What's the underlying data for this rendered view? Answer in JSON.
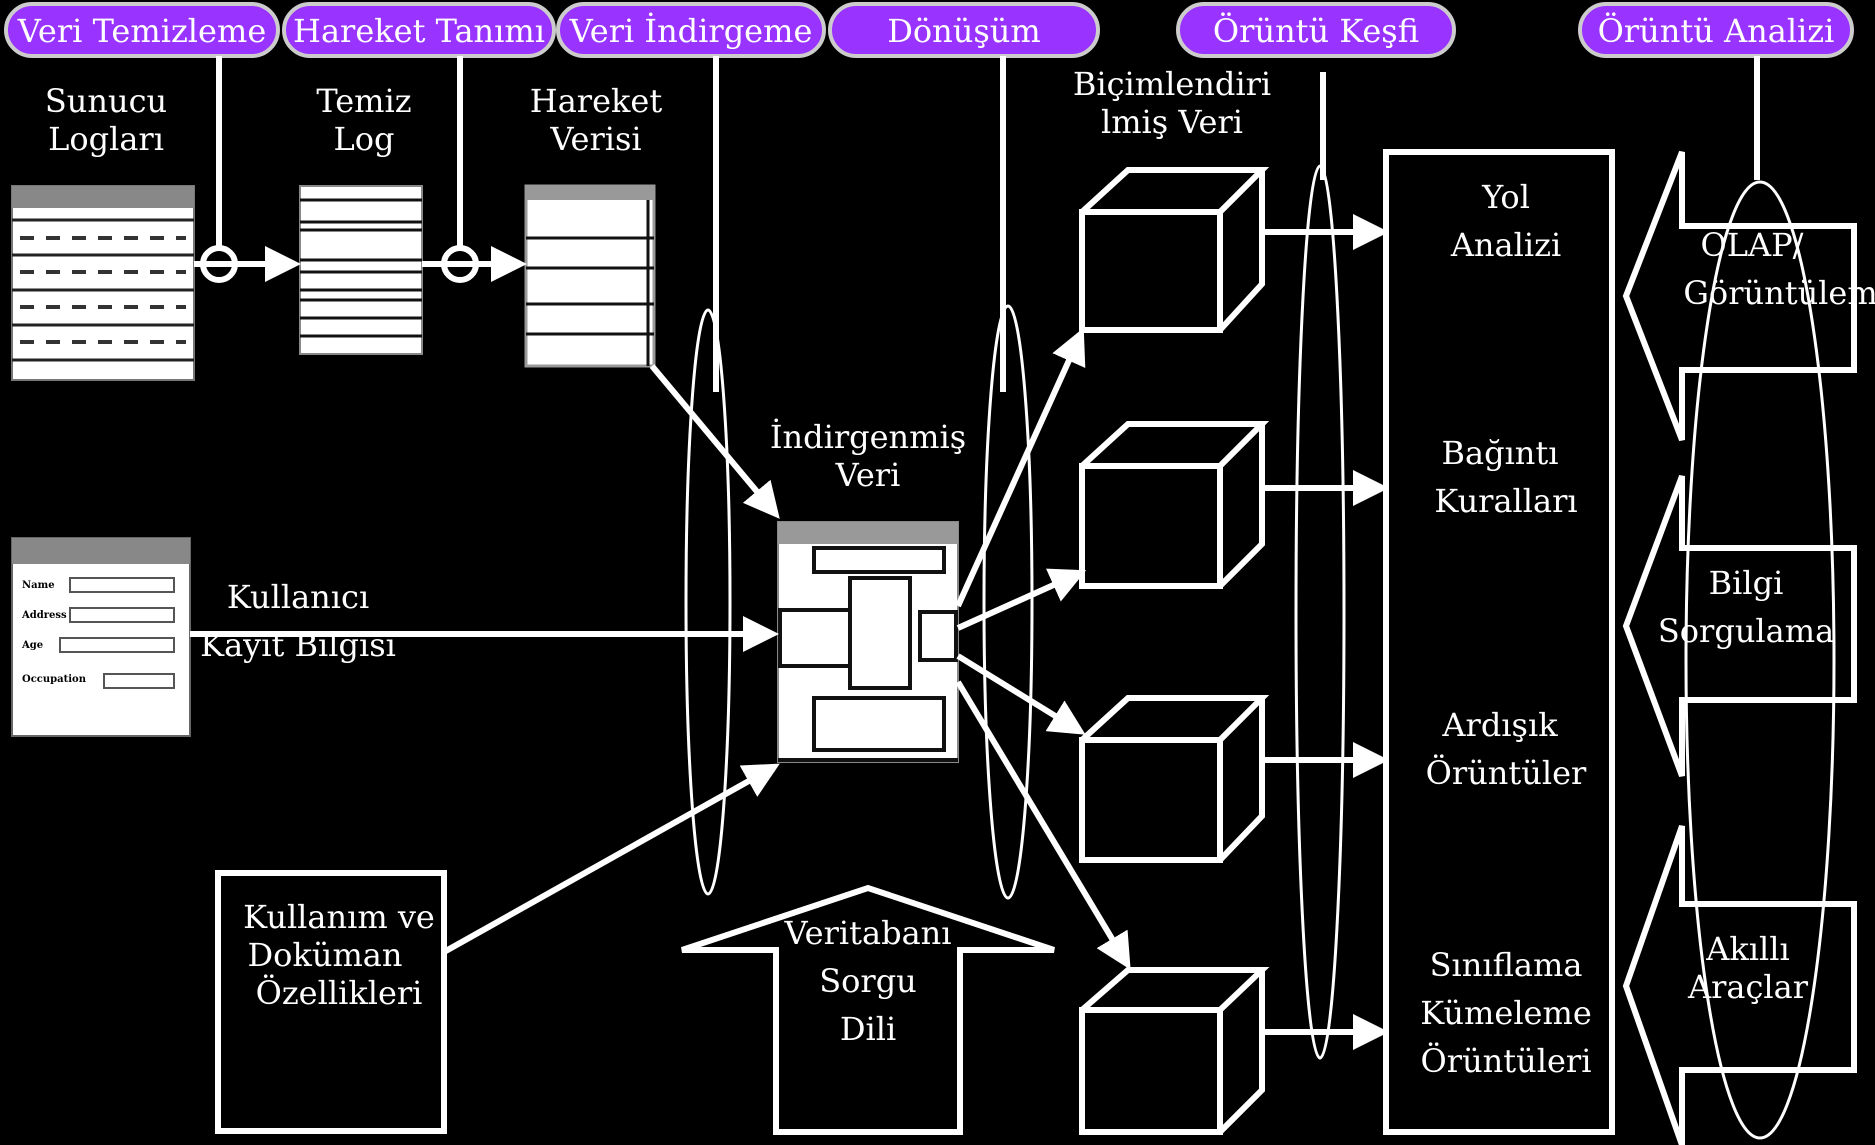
{
  "stages": [
    {
      "label": "Veri Temizleme"
    },
    {
      "label": "Hareket Tanımı"
    },
    {
      "label": "Veri İndirgeme"
    },
    {
      "label": "Dönüşüm"
    },
    {
      "label": "Örüntü Keşfi"
    },
    {
      "label": "Örüntü Analizi"
    }
  ],
  "sources": {
    "server_logs": [
      "Sunucu",
      "Logları"
    ],
    "clean_log": [
      "Temiz",
      "Log"
    ],
    "transaction_data": [
      "Hareket",
      "Verisi"
    ],
    "user_registration": [
      "Kullanıcı",
      "Kayıt Bilgisi"
    ],
    "usage_features": [
      "Kullanım ve",
      "Doküman",
      "Özellikleri"
    ]
  },
  "form_fields": [
    "Name",
    "Address",
    "Age",
    "Occupation"
  ],
  "reduced_data": [
    "İndirgenmiş",
    "Veri"
  ],
  "formatted_data": [
    "Biçimlendiri",
    "lmiş Veri"
  ],
  "query_language": [
    "Veritabanı",
    "Sorgu",
    "Dili"
  ],
  "discovery": [
    [
      "Yol",
      "Analizi"
    ],
    [
      "Bağıntı",
      "Kuralları"
    ],
    [
      "Ardışık",
      "Örüntüler"
    ],
    [
      "Sınıflama",
      "Kümeleme",
      "Örüntüleri"
    ]
  ],
  "analysis": [
    [
      "OLAP/",
      "Görüntüleme"
    ],
    [
      "Bilgi",
      "Sorgulama"
    ],
    [
      "Akıllı",
      "Araçlar"
    ]
  ],
  "colors": {
    "pill_fill": "#9933ff",
    "pill_border": "#cccccc",
    "background": "#000000",
    "line": "#ffffff"
  }
}
